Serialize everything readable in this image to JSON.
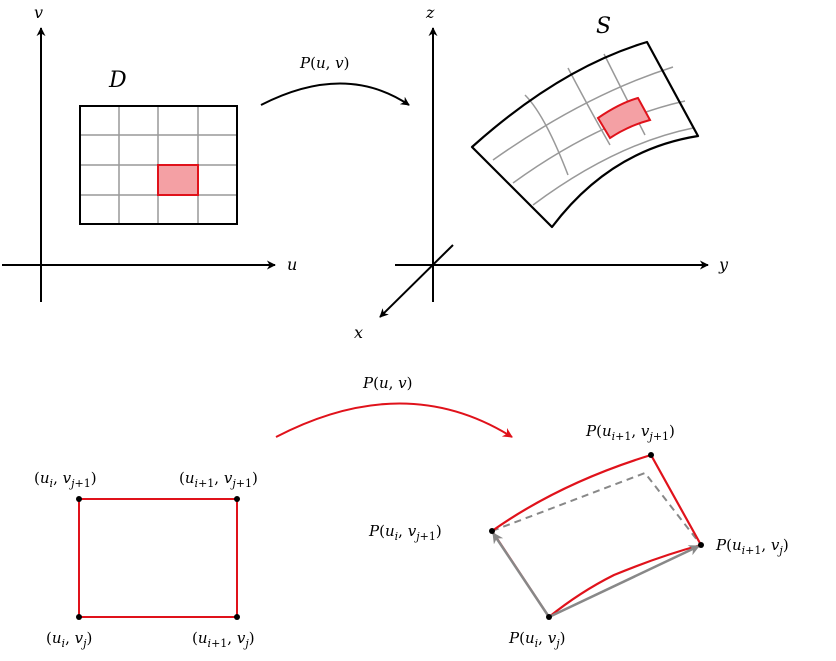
{
  "top": {
    "domain_label": "D",
    "surface_label": "S",
    "map_label": "P(u, v)",
    "axes": {
      "u": "u",
      "v": "v",
      "x": "x",
      "y": "y",
      "z": "z"
    }
  },
  "bottom": {
    "map_label": "P(u, v)",
    "domain_corners": {
      "top_left": "(u_i, v_{j+1})",
      "top_right": "(u_{i+1}, v_{j+1})",
      "bottom_left": "(u_i, v_j)",
      "bottom_right": "(u_{i+1}, v_j)"
    },
    "image_corners": {
      "top": "P(u_{i+1}, v_{j+1})",
      "left": "P(u_i, v_{j+1})",
      "right": "P(u_{i+1}, v_j)",
      "bottom": "P(u_i, v_j)"
    }
  },
  "colors": {
    "highlight_fill": "#f4a0a4",
    "highlight_stroke": "#e0121b",
    "grid": "#999999",
    "vector": "#888888"
  }
}
